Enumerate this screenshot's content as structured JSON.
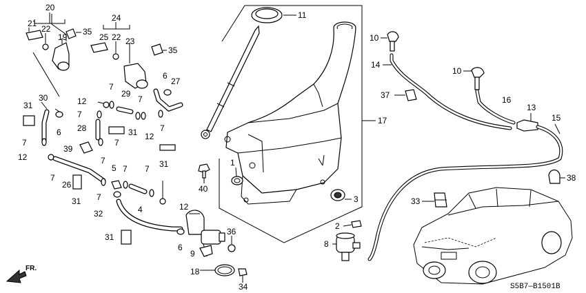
{
  "diagram": {
    "code": "S5B7—B1501B",
    "direction_label": "FR."
  },
  "callouts": [
    {
      "id": "c20",
      "text": "20"
    },
    {
      "id": "c21",
      "text": "21"
    },
    {
      "id": "c22a",
      "text": "22"
    },
    {
      "id": "c19",
      "text": "19"
    },
    {
      "id": "c35a",
      "text": "35"
    },
    {
      "id": "c24",
      "text": "24"
    },
    {
      "id": "c25",
      "text": "25"
    },
    {
      "id": "c22b",
      "text": "22"
    },
    {
      "id": "c23",
      "text": "23"
    },
    {
      "id": "c35b",
      "text": "35"
    },
    {
      "id": "c11",
      "text": "11"
    },
    {
      "id": "c10a",
      "text": "10"
    },
    {
      "id": "c14",
      "text": "14"
    },
    {
      "id": "c10b",
      "text": "10"
    },
    {
      "id": "c37",
      "text": "37"
    },
    {
      "id": "c16",
      "text": "16"
    },
    {
      "id": "c13",
      "text": "13"
    },
    {
      "id": "c15",
      "text": "15"
    },
    {
      "id": "c38",
      "text": "38"
    },
    {
      "id": "c17",
      "text": "17"
    },
    {
      "id": "c30",
      "text": "30"
    },
    {
      "id": "c31a",
      "text": "31"
    },
    {
      "id": "c6a",
      "text": "6"
    },
    {
      "id": "c12a",
      "text": "12"
    },
    {
      "id": "c7a",
      "text": "7"
    },
    {
      "id": "c7b",
      "text": "7"
    },
    {
      "id": "c28",
      "text": "28"
    },
    {
      "id": "c29",
      "text": "29"
    },
    {
      "id": "c7c",
      "text": "7"
    },
    {
      "id": "c12b",
      "text": "12"
    },
    {
      "id": "c7d",
      "text": "7"
    },
    {
      "id": "c6b",
      "text": "6"
    },
    {
      "id": "c27",
      "text": "27"
    },
    {
      "id": "c31b",
      "text": "31"
    },
    {
      "id": "c7e",
      "text": "7"
    },
    {
      "id": "c7f",
      "text": "7"
    },
    {
      "id": "c39",
      "text": "39"
    },
    {
      "id": "c12c",
      "text": "12"
    },
    {
      "id": "c31c",
      "text": "31"
    },
    {
      "id": "c7g",
      "text": "7"
    },
    {
      "id": "c26",
      "text": "26"
    },
    {
      "id": "c31d",
      "text": "31"
    },
    {
      "id": "c7h",
      "text": "7"
    },
    {
      "id": "c5",
      "text": "5"
    },
    {
      "id": "c7i",
      "text": "7"
    },
    {
      "id": "c7j",
      "text": "7"
    },
    {
      "id": "c7k",
      "text": "7"
    },
    {
      "id": "c4",
      "text": "4"
    },
    {
      "id": "c12d",
      "text": "12"
    },
    {
      "id": "c1",
      "text": "1"
    },
    {
      "id": "c40",
      "text": "40"
    },
    {
      "id": "c3",
      "text": "3"
    },
    {
      "id": "c33",
      "text": "33"
    },
    {
      "id": "c32",
      "text": "32"
    },
    {
      "id": "c31e",
      "text": "31"
    },
    {
      "id": "c6c",
      "text": "6"
    },
    {
      "id": "c36",
      "text": "36"
    },
    {
      "id": "c9",
      "text": "9"
    },
    {
      "id": "c18",
      "text": "18"
    },
    {
      "id": "c34",
      "text": "34"
    },
    {
      "id": "c2",
      "text": "2"
    },
    {
      "id": "c8",
      "text": "8"
    }
  ]
}
